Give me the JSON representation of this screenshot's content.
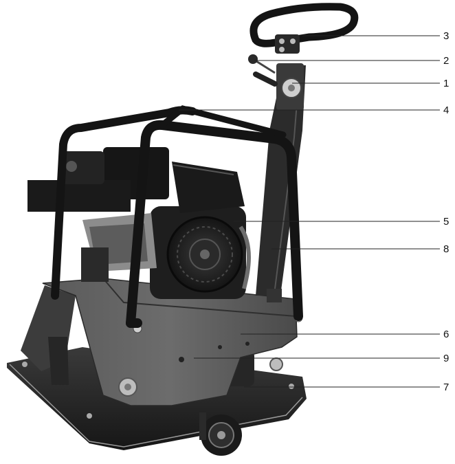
{
  "callouts": [
    {
      "id": "3",
      "label": "3"
    },
    {
      "id": "2",
      "label": "2"
    },
    {
      "id": "1",
      "label": "1"
    },
    {
      "id": "4",
      "label": "4"
    },
    {
      "id": "5",
      "label": "5"
    },
    {
      "id": "8",
      "label": "8"
    },
    {
      "id": "6",
      "label": "6"
    },
    {
      "id": "9",
      "label": "9"
    },
    {
      "id": "7",
      "label": "7"
    }
  ],
  "colors": {
    "background": "#ffffff",
    "ink": "#111111",
    "machine_dark": "#1e1e1e",
    "machine_mid": "#4a4a4a",
    "machine_light": "#8a8a8a"
  }
}
